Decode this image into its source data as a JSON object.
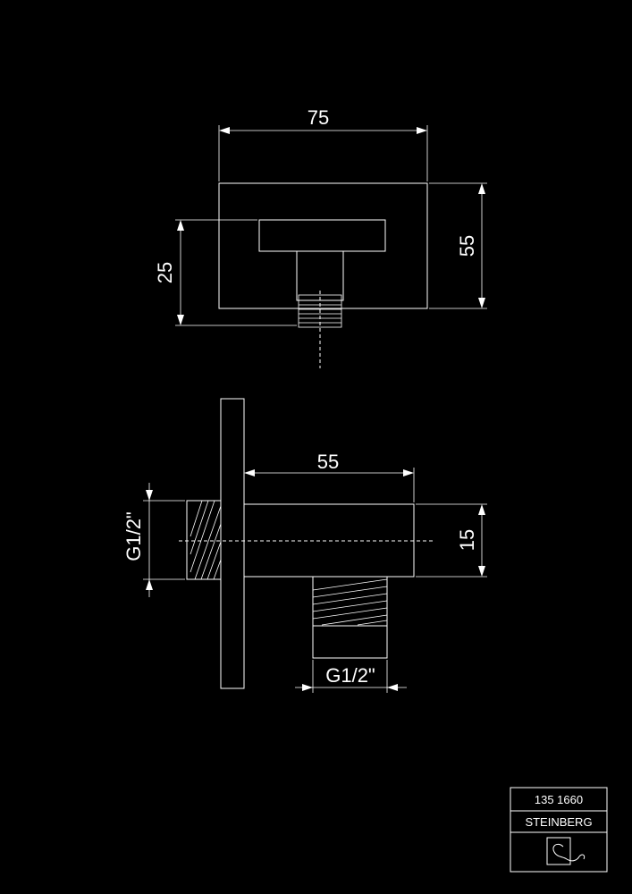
{
  "top_view": {
    "dim_width": "75",
    "dim_height": "55",
    "dim_offset": "25"
  },
  "side_view": {
    "dim_length": "55",
    "dim_diameter": "15",
    "thread_rear": "G1/2\"",
    "thread_bottom": "G1/2\""
  },
  "title_block": {
    "code": "135 1660",
    "brand": "STEINBERG",
    "logo": "steinberg-logo-icon"
  },
  "colors": {
    "background": "#000000",
    "line": "#ffffff"
  }
}
